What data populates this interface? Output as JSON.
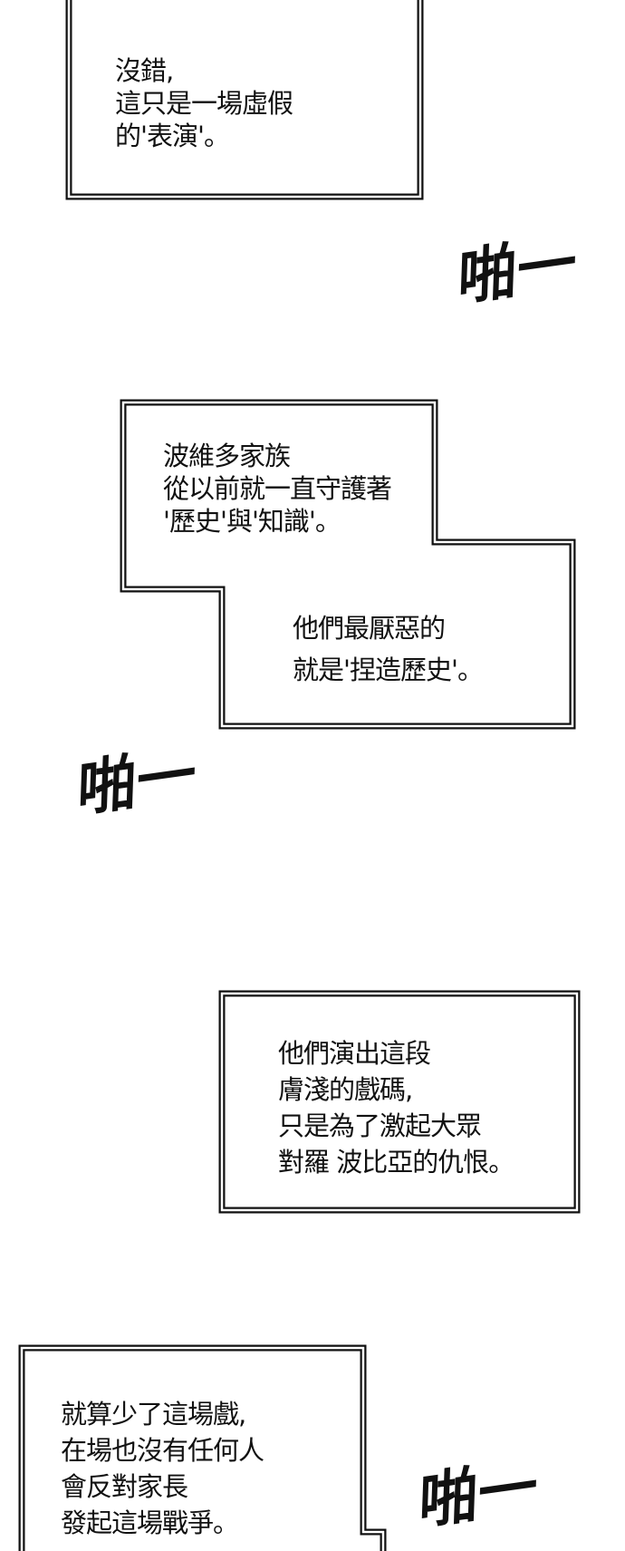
{
  "panels": [
    {
      "lines": [
        "沒錯,",
        "這只是一場虛假",
        "的'表演'。"
      ]
    },
    {
      "lines": [
        "波維多家族",
        "從以前就一直守護著",
        "'歷史'與'知識'。"
      ],
      "lines_b": [
        "他們最厭惡的",
        "就是'捏造歷史'。"
      ]
    },
    {
      "lines": [
        "他們演出這段",
        "膚淺的戲碼,",
        "只是為了激起大眾",
        "對羅 波比亞的仇恨。"
      ]
    },
    {
      "lines": [
        "就算少了這場戲,",
        "在場也沒有任何人",
        "會反對家長",
        "發起這場戰爭。"
      ]
    }
  ],
  "sound_effects": [
    "啪一",
    "啪一",
    "啪一"
  ]
}
